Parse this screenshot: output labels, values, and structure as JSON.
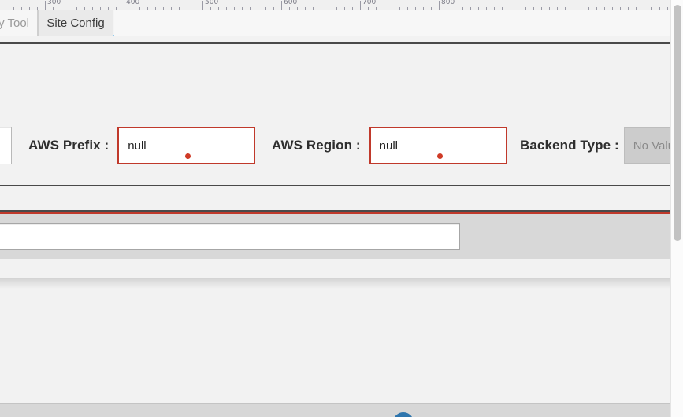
{
  "window": {
    "background_color": "#f2f2f2",
    "accent_blue": "#8ecbee",
    "error_red": "#c0392b"
  },
  "ruler": {
    "orientation": "horizontal",
    "unit": "px",
    "major_labels": [
      "300",
      "400",
      "500",
      "600",
      "700",
      "800"
    ],
    "major_positions": [
      57,
      157,
      257,
      357,
      457,
      557
    ],
    "minor_step": 10
  },
  "tabs": {
    "items": [
      {
        "label": "y Tool",
        "active": false,
        "truncated": true
      },
      {
        "label": "Site Config",
        "active": true,
        "truncated": false
      }
    ]
  },
  "form": {
    "fields": [
      {
        "name": "clipped-left-field",
        "label": "",
        "value": "",
        "state": "normal",
        "has_error_dot": false
      },
      {
        "name": "aws-prefix",
        "label": "AWS Prefix :",
        "value": "null",
        "state": "error",
        "has_error_dot": true
      },
      {
        "name": "aws-region",
        "label": "AWS Region :",
        "value": "null",
        "state": "error",
        "has_error_dot": true
      },
      {
        "name": "backend-type",
        "label": "Backend Type :",
        "value": "",
        "placeholder": "No Value",
        "state": "disabled",
        "has_error_dot": false
      }
    ]
  },
  "lower_panel": {
    "text_input_value": "",
    "text_input_placeholder": ""
  },
  "status": {
    "badge_icon": "info-up-arrow-icon"
  },
  "scrollbar": {
    "orientation": "vertical",
    "thumb_position_pct": 1,
    "thumb_size_pct": 57
  }
}
